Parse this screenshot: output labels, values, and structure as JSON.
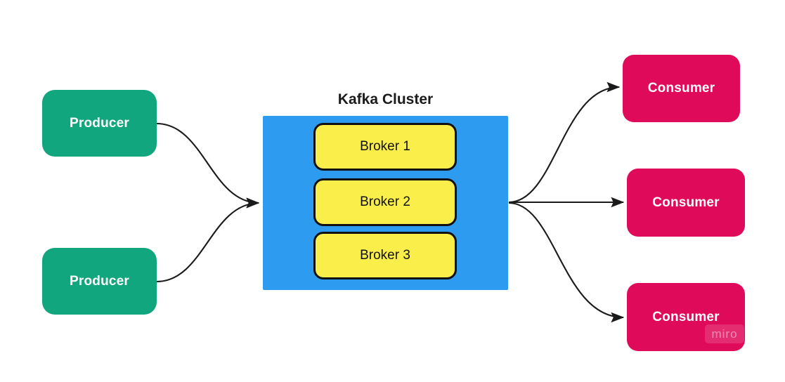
{
  "diagram": {
    "title": "Kafka Cluster",
    "colors": {
      "producer": "#12a67f",
      "consumer": "#e00a5a",
      "cluster": "#2d9cf0",
      "broker": "#faee4a",
      "broker_border": "#111111",
      "edge": "#1a1a1a",
      "background": "#ffffff",
      "title_text": "#1b1b1b"
    },
    "producers": [
      {
        "label": "Producer"
      },
      {
        "label": "Producer"
      }
    ],
    "brokers": [
      {
        "label": "Broker 1"
      },
      {
        "label": "Broker 2"
      },
      {
        "label": "Broker 3"
      }
    ],
    "consumers": [
      {
        "label": "Consumer"
      },
      {
        "label": "Consumer"
      },
      {
        "label": "Consumer"
      }
    ],
    "watermark": "miro"
  }
}
